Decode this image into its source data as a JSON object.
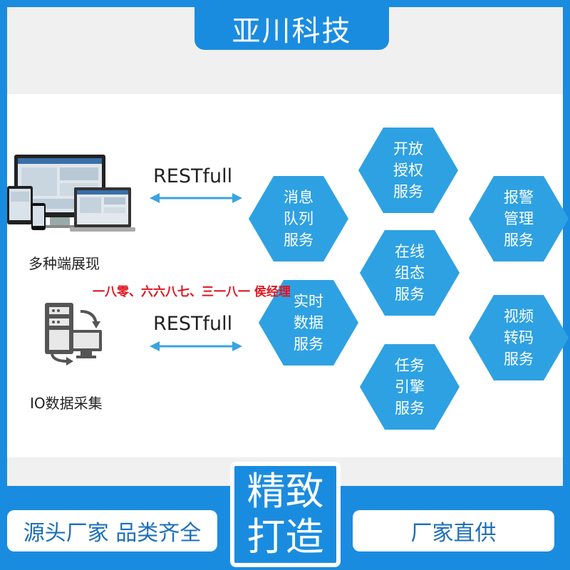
{
  "banner_title": "亚川科技",
  "clients": {
    "multi_display_label": "多种端展现",
    "io_label": "IO数据采集",
    "multi_display_icon": "devices-icon",
    "io_icon": "server-sync-icon"
  },
  "links": {
    "top_protocol": "RESTfull",
    "bottom_protocol": "RESTfull"
  },
  "services": [
    {
      "lines": [
        "开放",
        "授权",
        "服务"
      ]
    },
    {
      "lines": [
        "消息",
        "队列",
        "服务"
      ]
    },
    {
      "lines": [
        "报警",
        "管理",
        "服务"
      ]
    },
    {
      "lines": [
        "在线",
        "组态",
        "服务"
      ]
    },
    {
      "lines": [
        "实时",
        "数据",
        "服务"
      ]
    },
    {
      "lines": [
        "视频",
        "转码",
        "服务"
      ]
    },
    {
      "lines": [
        "任务",
        "引擎",
        "服务"
      ]
    }
  ],
  "overlay_contact": "一八零、六六八七、三一八一 侯经理",
  "footer": {
    "left_pill": "源头厂家  品类齐全",
    "center_top": "精致",
    "center_bottom": "打造",
    "right_pill": "厂家直供"
  },
  "colors": {
    "brand_blue": "#1a8ce0",
    "hex_blue": "#2ea1e3",
    "arrow_blue": "#3aa3e0",
    "overlay_red": "#e0141e"
  }
}
